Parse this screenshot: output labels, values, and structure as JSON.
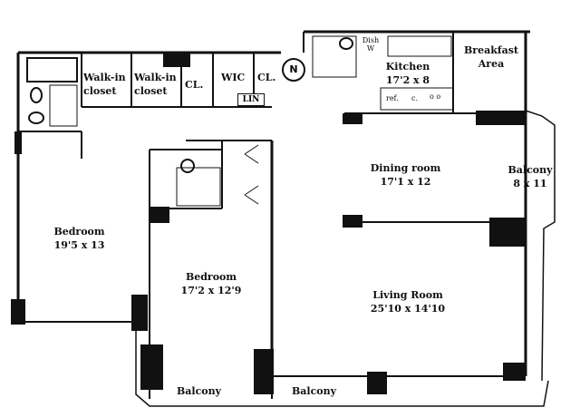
{
  "rooms": {
    "walk_in_closet_1": {
      "line1": "Walk-in",
      "line2": "closet"
    },
    "walk_in_closet_2": {
      "line1": "Walk-in",
      "line2": "closet"
    },
    "closet_1": "CL.",
    "wic": "WIC",
    "closet_2": "CL.",
    "linen": "LIN",
    "kitchen": {
      "name": "Kitchen",
      "size": "17'2 x 8"
    },
    "breakfast_area": {
      "line1": "Breakfast",
      "line2": "Area"
    },
    "dining_room": {
      "name": "Dining room",
      "size": "17'1 x 12"
    },
    "balcony_east": {
      "name": "Balcony",
      "size": "8 x 11"
    },
    "bedroom_1": {
      "name": "Bedroom",
      "size": "19'5 x 13"
    },
    "bedroom_2": {
      "name": "Bedroom",
      "size": "17'2 x 12'9"
    },
    "living_room": {
      "name": "Living Room",
      "size": "25'10 x 14'10"
    },
    "balcony_south_1": "Balcony",
    "balcony_south_2": "Balcony"
  },
  "fixtures": {
    "dishwasher": {
      "line1": "Dish",
      "line2": "W"
    },
    "refrigerator": "ref.",
    "counter": "c.",
    "oven": "o o"
  },
  "compass_label": "N",
  "colors": {
    "wall": "#111111",
    "background": "#ffffff"
  }
}
